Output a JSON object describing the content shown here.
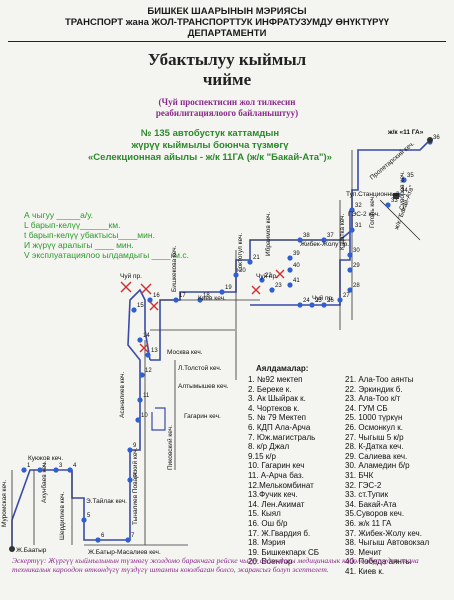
{
  "header": {
    "line1": "БИШКЕК ШААРЫНЫН МЭРИЯСЫ",
    "line2": "ТРАНСПОРТ жана ЖОЛ-ТРАНСПОРТТУК ИНФРАТУЗУМДУ ӨНҮКТҮРҮҮ",
    "line3": "ДЕПАРТАМЕНТИ"
  },
  "title": {
    "line1": "Убактылуу кыймыл",
    "line2": "чийме"
  },
  "subtitle": {
    "line1": "(Чуй проспектисин жол тилкесин",
    "line2": "реабилитациялоого байланыштуу)"
  },
  "route": {
    "line1": "№ 135 автобустук каттамдын",
    "line2": "жүрүү кыймылы боюнча түзмөгү",
    "line3": "«Селекционная айылы - ж/к 11ГА (ж/к \"Бакай-Ата\")»"
  },
  "params": [
    "А чыгуу _____а/у.",
    "L барып-келүү______км.",
    "t барып-келүү убактысы____мин.",
    "И жүрүү аралыгы ____ мин.",
    "V эксплуатациялоо ылдамдыгы ____км.с."
  ],
  "map": {
    "streets": {
      "muromskaya": "Муромская кеч.",
      "kuyukov": "Куюков кеч.",
      "akhunbaev": "Ахунбаев кеч.",
      "tailak": "Э.Тайлак кеч.",
      "sherdiliev": "Шердилиев кеч.",
      "jbatyr_masaliev": "Ж.Батыр-Масалиев кеч.",
      "tynalyev": "Тыналиев Поварский кеч.",
      "asanaliev": "Асаналиев кеч.",
      "gagarin": "Гагарин кеч.",
      "pokrovsky": "Пиковский кеч.",
      "altymyshev": "Алтымышев кеч.",
      "ltolstoy": "Л.Толстой кеч.",
      "moskva": "Москва кеч.",
      "chuy_left": "Чуй пр.",
      "chuy_mid": "Чуй пр.",
      "chuy_right": "Чуй пр.",
      "bishkekova": "Бишкекова кеч.",
      "kiev": "Киев кеч.",
      "toktogul": "Токтогул кеч.",
      "ibraimov": "Ибраимов кеч.",
      "jibek_jolu": "Жибек-Жолу пр.",
      "kdatka": "К.Датка кеч.",
      "gogol": "Гоголь кеч.",
      "suvorov": "Суворов кеч.",
      "tup_stancionny": "Туп.Станционный",
      "proletarsky": "Пролетарский кеч.",
      "gas2": "ГЭС-2 кеч."
    },
    "start": "Ж.Баатыр",
    "end": "ж/к «11 ГА»",
    "bakai_ata": "ж/к \"Бакай-Ата\""
  },
  "stops_title": "Аялдамалар:",
  "stops_left": [
    "1. №92 мектеп",
    "2. Береке к.",
    "3. Ак Шыйрак к.",
    "4. Чортеков к.",
    "5. № 79 Мектеп",
    "6. КДП Ала-Арча",
    "7. Юж.магистраль",
    "8. к/р Джал",
    "9.15 к/р",
    "10. Гагарин кеч",
    "11. А-Арча баз.",
    "12.Мелькомбинат",
    "13.Фучик кеч.",
    "14. Лен.Акимат",
    "15. Кыял",
    "16. Ош б/р",
    "17. Ж.Гвардия б.",
    "18. Мэрия",
    "19. Бишкекпарк СБ",
    "20. Воентор"
  ],
  "stops_right": [
    "21. Ала-Тоо аянты",
    "22. Эркиндик б.",
    "23. Ала-Тоо к/т",
    "24. ГУМ СБ",
    "25. 1000 түркүн",
    "26. Осмонкул к.",
    "27. Чыгыш 5 к/р",
    "28. К-Датка кеч.",
    "29. Салиева кеч.",
    "30. Аламедин б/р",
    "31. БЧК",
    "32. ГЭС-2",
    "33. ст.Тупик",
    "34. Бакай-Ата",
    "35.Суворов кеч.",
    "36. ж/к 11 ГА",
    "37. Жибек-Жолу кеч.",
    "38. Чыгыш Автовокзал",
    "39. Мечит",
    "40. Победа аянты",
    "41. Киев к."
  ],
  "note": "Эскертүү: Жүргүү кыймылынын түзмөгү жолдомо баракчага рейске чыгуу алдындагы медициналык көбөлөндүрүүдөн жана техникалык кароодон өткөндүгү түздүгү штампы коюлбаган болсо, жараксыз болуп эсептелет.",
  "colors": {
    "route_line": "#3a4aa8",
    "stop_fill": "#2f5fd0",
    "green": "#2a8a2a",
    "purple": "#8a2a8a",
    "cross": "#d03030"
  }
}
